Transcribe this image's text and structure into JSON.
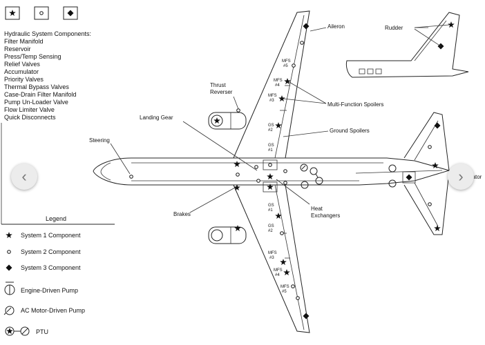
{
  "symbols_row": [
    "★",
    "○",
    "◆"
  ],
  "components": {
    "title": "Hydraulic System Components:",
    "items": [
      "Filter Manifold",
      "Reservoir",
      "Press/Temp Sensing",
      "Relief Valves",
      "Accumulator",
      "Priority Valves",
      "Thermal Bypass Valves",
      "Case-Drain Filter Manifold",
      "Pump Un-Loader Valve",
      "Flow Limiter Valve",
      "Quick Disconnects"
    ]
  },
  "legend": {
    "title": "Legend",
    "entries": [
      {
        "symbol": "star-icon",
        "label": "System 1 Component"
      },
      {
        "symbol": "circle-icon",
        "label": "System 2 Component"
      },
      {
        "symbol": "diamond-icon",
        "label": "System 3 Component"
      },
      {
        "symbol": "engine-driven-pump-icon",
        "label": "Engine-Driven Pump"
      },
      {
        "symbol": "ac-motor-driven-pump-icon",
        "label": "AC Motor-Driven Pump"
      },
      {
        "symbol": "ptu-icon",
        "label": "PTU"
      }
    ]
  },
  "labels": {
    "aileron": "Aileron",
    "rudder": "Rudder",
    "thrust_reverser_1": "Thrust",
    "thrust_reverser_2": "Reverser",
    "multi_function_spoilers": "Multi-Function Spoilers",
    "landing_gear": "Landing Gear",
    "ground_spoilers": "Ground Spoilers",
    "steering": "Steering",
    "heat_exchangers_1": "Heat",
    "heat_exchangers_2": "Exchangers",
    "brakes": "Brakes",
    "elevator": "Elevator"
  },
  "panel_tags": {
    "mfs": "MFS",
    "gs": "GS",
    "n5": "#5",
    "n4": "#4",
    "n3": "#3",
    "n2": "#2",
    "n1": "#1"
  },
  "navigation": {
    "prev": "‹",
    "next": "›"
  },
  "colors": {
    "line": "#222222",
    "nav_bg": "#ececec",
    "nav_arrow": "#777777"
  }
}
